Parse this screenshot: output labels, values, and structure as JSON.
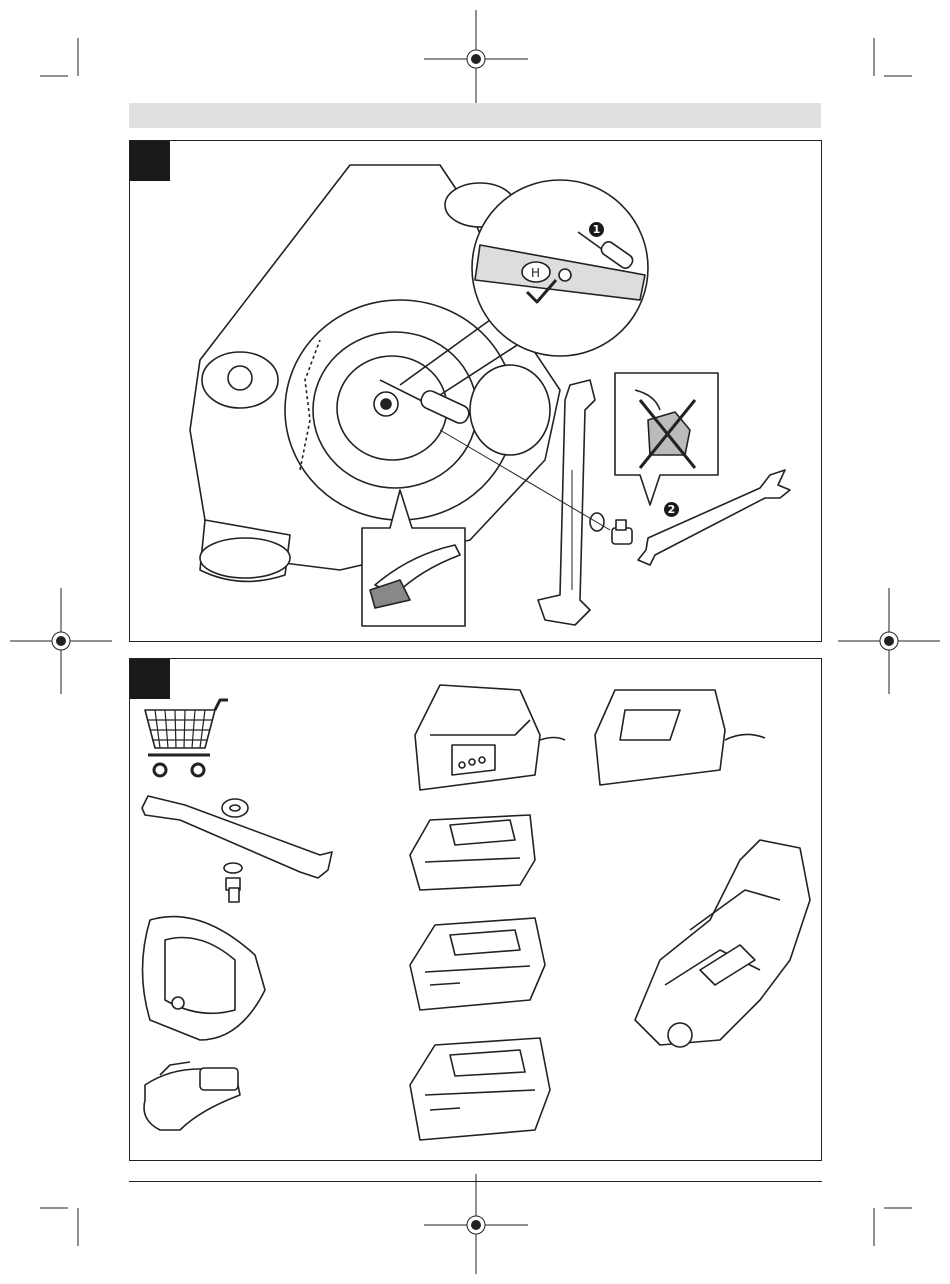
{
  "callouts": {
    "step_1": "1",
    "step_2": "2"
  },
  "figure_a": {
    "name": "blade-cleaning-and-replacement",
    "icons": [
      "lawnmower-underside-icon",
      "screwdriver-lock-icon",
      "checkmark-icon",
      "brush-icon",
      "blade-icon",
      "washer-icon",
      "bolt-icon",
      "wrench-icon",
      "no-oil-icon"
    ]
  },
  "figure_b": {
    "name": "accessories",
    "icons": [
      "shopping-cart-icon",
      "blade-kit-icon",
      "grass-box-icon",
      "gloves-icon",
      "charger-fast-icon",
      "charger-icon",
      "battery-small-icon",
      "battery-medium-icon",
      "battery-large-icon",
      "lawnmower-cover-icon"
    ]
  },
  "colors": {
    "tab": "#1a1a1a",
    "header_bar": "#e0e0e0",
    "line": "#222222"
  }
}
